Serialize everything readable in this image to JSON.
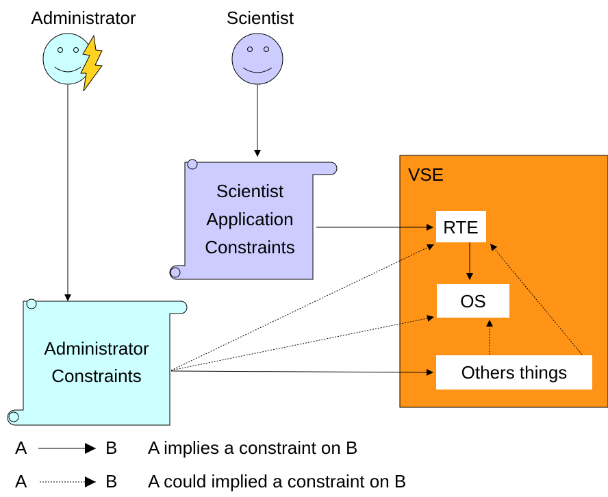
{
  "actors": {
    "administrator": {
      "label": "Administrator",
      "face_color": "#ccffff",
      "icon": "lightning-bolt-icon"
    },
    "scientist": {
      "label": "Scientist",
      "face_color": "#ccccff"
    }
  },
  "scrolls": {
    "scientist": {
      "lines": [
        "Scientist",
        "Application",
        "Constraints"
      ],
      "color": "#ccccff"
    },
    "administrator": {
      "lines": [
        "Administrator",
        "Constraints"
      ],
      "color": "#ccffff"
    }
  },
  "vse": {
    "label": "VSE",
    "color": "#ff9316",
    "boxes": {
      "rte": "RTE",
      "os": "OS",
      "others": "Others things"
    }
  },
  "legend": [
    {
      "a": "A",
      "b": "B",
      "style": "solid",
      "text": "A implies a constraint on B"
    },
    {
      "a": "A",
      "b": "B",
      "style": "dotted",
      "text": "A could implied a constraint on B"
    }
  ],
  "colors": {
    "lightning": "#ffd320",
    "line": "#000000"
  }
}
